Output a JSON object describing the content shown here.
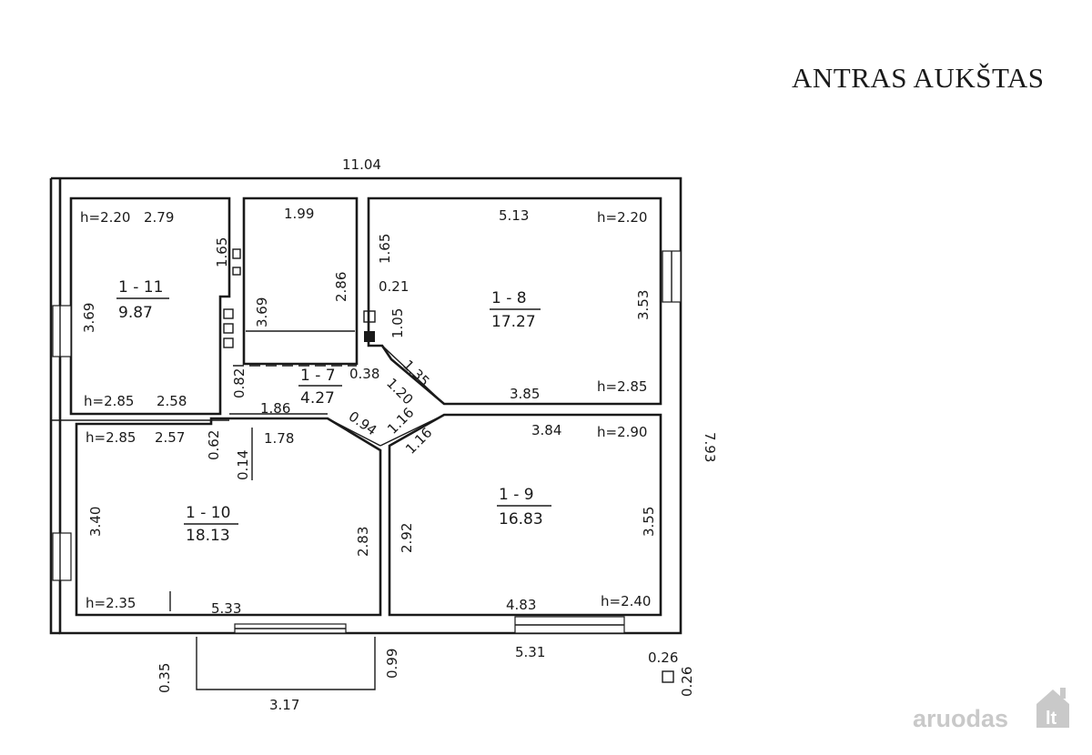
{
  "title": "ANTRAS AUKŠTAS",
  "watermark": {
    "brand": "aruodas",
    "tld": "lt",
    "color": "#c9c9c9"
  },
  "colors": {
    "ink": "#1a1a1a",
    "background": "#ffffff"
  },
  "dimensions": {
    "overall_width": "11.04",
    "overall_depth": "7.93",
    "bottom_right": "5.31",
    "porch_width": "3.17",
    "porch_left_depth": "0.35",
    "porch_right_depth": "0.99",
    "column_w": "0.26",
    "column_d": "0.26"
  },
  "rooms": {
    "r11": {
      "id": "1 - 11",
      "area": "9.87",
      "h_top": "h=2.20",
      "w_top": "2.79",
      "depth": "3.69",
      "right_upper": "1.65",
      "h_bottom": "h=2.85",
      "w_bottom": "2.58"
    },
    "stair": {
      "w_top": "1.99",
      "depth": "3.69",
      "stair_len": "2.86"
    },
    "r7": {
      "id": "1 - 7",
      "area": "4.27",
      "d1": "0.82",
      "d2": "1.86",
      "d3": "0.38",
      "d4": "1.20",
      "d5": "1.35",
      "d6": "0.94",
      "d7": "1.16",
      "d8": "1.16"
    },
    "r8": {
      "id": "1 - 8",
      "area": "17.27",
      "w_top": "5.13",
      "h_top": "h=2.20",
      "left": "1.65",
      "niche": "0.21",
      "left_lower": "1.05",
      "right": "3.53",
      "w_bottom": "3.85",
      "h_bottom": "h=2.85"
    },
    "r10": {
      "id": "1 - 10",
      "area": "18.13",
      "h_top": "h=2.85",
      "w_top": "2.57",
      "post": "0.62",
      "hall_w": "1.78",
      "step": "0.14",
      "left": "3.40",
      "right": "2.83",
      "h_bottom": "h=2.35",
      "w_bottom": "5.33"
    },
    "r9": {
      "id": "1 - 9",
      "area": "16.83",
      "w_top": "3.84",
      "h_top": "h=2.90",
      "left": "2.92",
      "right": "3.55",
      "w_bottom": "4.83",
      "h_bottom": "h=2.40"
    }
  }
}
